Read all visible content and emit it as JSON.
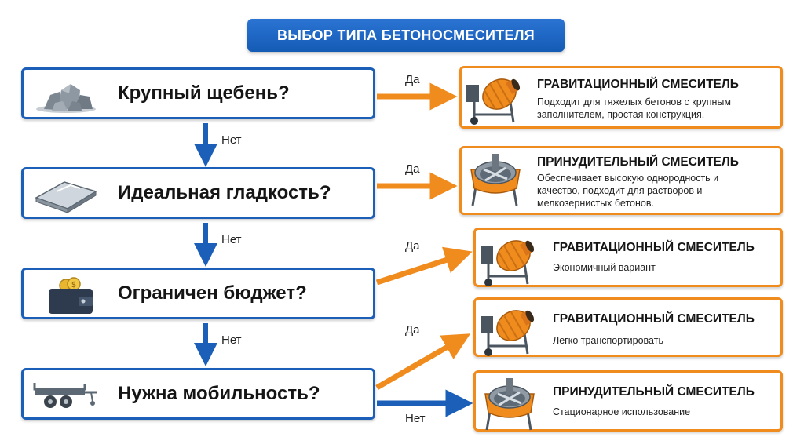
{
  "title": "ВЫБОР ТИПА БЕТОНОСМЕСИТЕЛЯ",
  "questions": [
    {
      "text": "Крупный щебень?",
      "icon": "gravel-pile-icon"
    },
    {
      "text": "Идеальная гладкость?",
      "icon": "smooth-slab-icon"
    },
    {
      "text": "Ограничен бюджет?",
      "icon": "wallet-coins-icon"
    },
    {
      "text": "Нужна мобильность?",
      "icon": "trailer-icon"
    }
  ],
  "results": [
    {
      "title": "ГРАВИТАЦИОННЫЙ СМЕСИТЕЛЬ",
      "lines": [
        "Подходит для тяжелых бетонов с крупным",
        "заполнителем, простая конструкция."
      ],
      "icon": "gravity-mixer-icon"
    },
    {
      "title": "ПРИНУДИТЕЛЬНЫЙ СМЕСИТЕЛЬ",
      "lines": [
        "Обеспечивает высокую однородность и",
        "качество, подходит для растворов и",
        "мелкозернистых бетонов."
      ],
      "icon": "forced-mixer-icon"
    },
    {
      "title": "ГРАВИТАЦИОННЫЙ СМЕСИТЕЛЬ",
      "lines": [
        "Экономичный вариант"
      ],
      "icon": "gravity-mixer-icon"
    },
    {
      "title": "ГРАВИТАЦИОННЫЙ СМЕСИТЕЛЬ",
      "lines": [
        "Легко транспортировать"
      ],
      "icon": "gravity-mixer-icon"
    },
    {
      "title": "ПРИНУДИТЕЛЬНЫЙ СМЕСИТЕЛЬ",
      "lines": [
        "Стационарное использование"
      ],
      "icon": "forced-mixer-icon"
    }
  ],
  "labels": {
    "yes": "Да",
    "no": "Нет"
  },
  "colors": {
    "blue": "#1b5fb9",
    "orange": "#f08c1d",
    "title_bg": "#1f66c4"
  }
}
